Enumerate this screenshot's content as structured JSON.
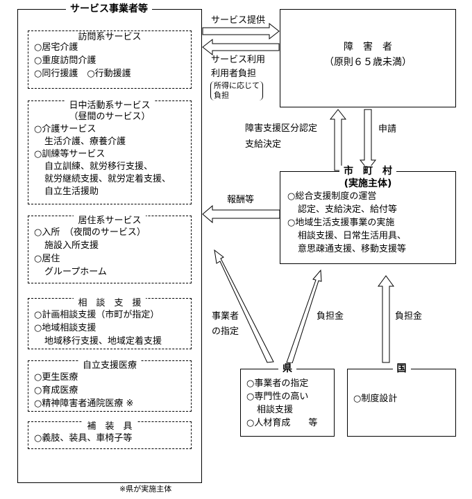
{
  "providers": {
    "title": "サービス事業者等",
    "sections": [
      {
        "title": "訪問系サービス",
        "lines": [
          "○居宅介護",
          "○重度訪問介護",
          "○同行援護　○行動援護"
        ]
      },
      {
        "title": "日中活動系サービス",
        "subtitle": "（昼間のサービス）",
        "lines": [
          "○介護サービス",
          "生活介護、療養介護",
          "○訓練等サービス",
          "自立訓練、就労移行支援、",
          "就労継続支援、就労定着支援、",
          "自立生活援助"
        ]
      },
      {
        "title": "居住系サービス",
        "lines": [
          "○入所　（夜間のサービス）",
          "施設入所支援",
          "○居住",
          "グループホーム"
        ]
      },
      {
        "title": "相　談　支　援",
        "lines": [
          "○計画相談支援（市町が指定）",
          "○地域相談支援",
          "地域移行支援、地域定着支援"
        ]
      },
      {
        "title": "自立支援医療",
        "lines": [
          "○更生医療",
          "○育成医療",
          "○精神障害者通院医療 ※"
        ]
      },
      {
        "title": "補　装　具",
        "lines": [
          "○義肢、装具、車椅子等"
        ]
      }
    ]
  },
  "person": {
    "title": "障　害　者",
    "subtitle": "（原則６５歳未満）"
  },
  "city": {
    "title": "市　町　村",
    "subtitle": "(実施主体)",
    "lines": [
      "○総合支援制度の運営",
      "認定、支給決定、給付等",
      "○地域生活支援事業の実施",
      "相談支援、日常生活用具、",
      "意思疎通支援、移動支援等"
    ]
  },
  "prefecture": {
    "title": "県",
    "lines": [
      "○事業者の指定",
      "○専門性の高い",
      "相談支援",
      "○人材育成　　等"
    ]
  },
  "nation": {
    "title": "国",
    "lines": [
      "○制度設計"
    ]
  },
  "arrows": {
    "service_provision": "サービス提供",
    "service_use": "サービス利用",
    "user_burden": "利用者負担",
    "burden_note": [
      "所得に応じて",
      "負担"
    ],
    "certification": [
      "障害支援区分認定",
      "支給決定"
    ],
    "application": "申請",
    "remuneration": "報酬等",
    "designation": [
      "事業者",
      "の指定"
    ],
    "pref_contribution": "負担金",
    "nation_contribution": "負担金"
  },
  "footnote": "※県が実施主体"
}
